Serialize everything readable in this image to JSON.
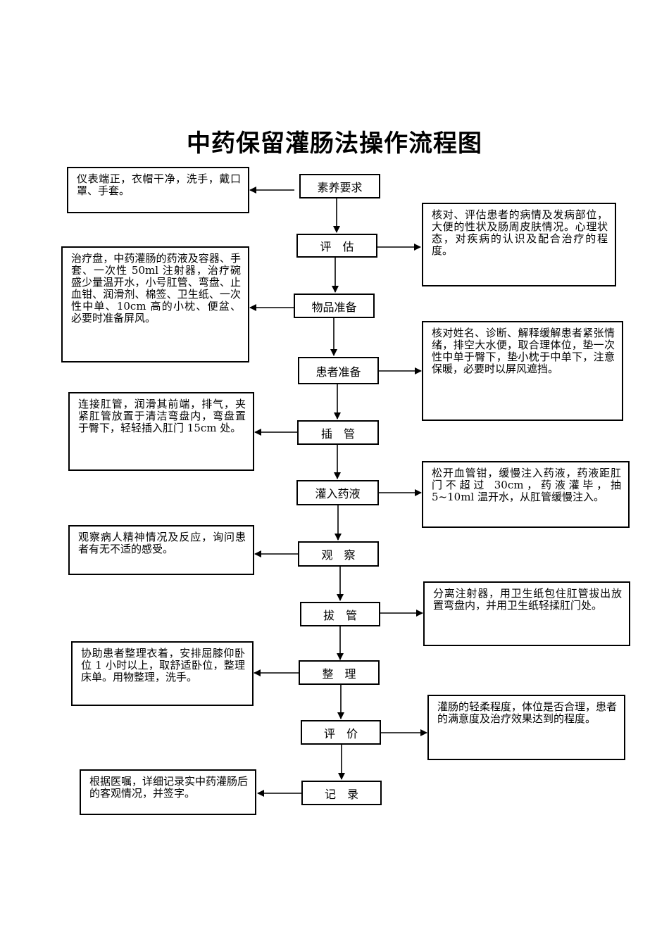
{
  "title": "中药保留灌肠法操作流程图",
  "steps": [
    {
      "label": "素养要求",
      "note": "仪表端正，衣帽干净，洗手，戴口罩、手套。"
    },
    {
      "label": "评　估",
      "note": "核对、评估患者的病情及发病部位，大便的性状及肠周皮肤情况。心理状态，对疾病的认识及配合治疗的程度。"
    },
    {
      "label": "物品准备",
      "note": "治疗盘，中药灌肠的药液及容器、手套、一次性 50ml 注射器，治疗碗盛少量温开水，小号肛管、弯盘、止血钳、润滑剂、棉签、卫生纸、一次性中单、10cm 高的小枕、便盆、必要时准备屏风。"
    },
    {
      "label": "患者准备",
      "note": "核对姓名、诊断、解释缓解患者紧张情绪，排空大水便，取合理体位，垫一次性中单于臀下，垫小枕于中单下，注意保暖，必要时以屏风遮挡。"
    },
    {
      "label": "插　管",
      "note": "连接肛管，润滑其前端，排气，夹紧肛管放置于清洁弯盘内，弯盘置于臀下，轻轻插入肛门 15cm 处。"
    },
    {
      "label": "灌入药液",
      "note": "松开血管钳，缓慢注入药液，药液距肛门不超过 30cm，药液灌毕，抽 5~10ml 温开水，从肛管缓慢注入。"
    },
    {
      "label": "观　察",
      "note": "观察病人精神情况及反应，询问患者有无不适的感受。"
    },
    {
      "label": "拔　管",
      "note": "分离注射器，用卫生纸包住肛管拔出放置弯盘内，并用卫生纸轻揉肛门处。"
    },
    {
      "label": "整　理",
      "note": "协助患者整理衣着，安排屈膝仰卧位 1 小时以上，取舒适卧位，整理床单。用物整理，洗手。"
    },
    {
      "label": "评　价",
      "note": "灌肠的轻柔程度，体位是否合理，患者的满意度及治疗效果达到的程度。"
    },
    {
      "label": "记　录",
      "note": "根据医嘱，详细记录实中药灌肠后的客观情况，并签字。"
    }
  ]
}
